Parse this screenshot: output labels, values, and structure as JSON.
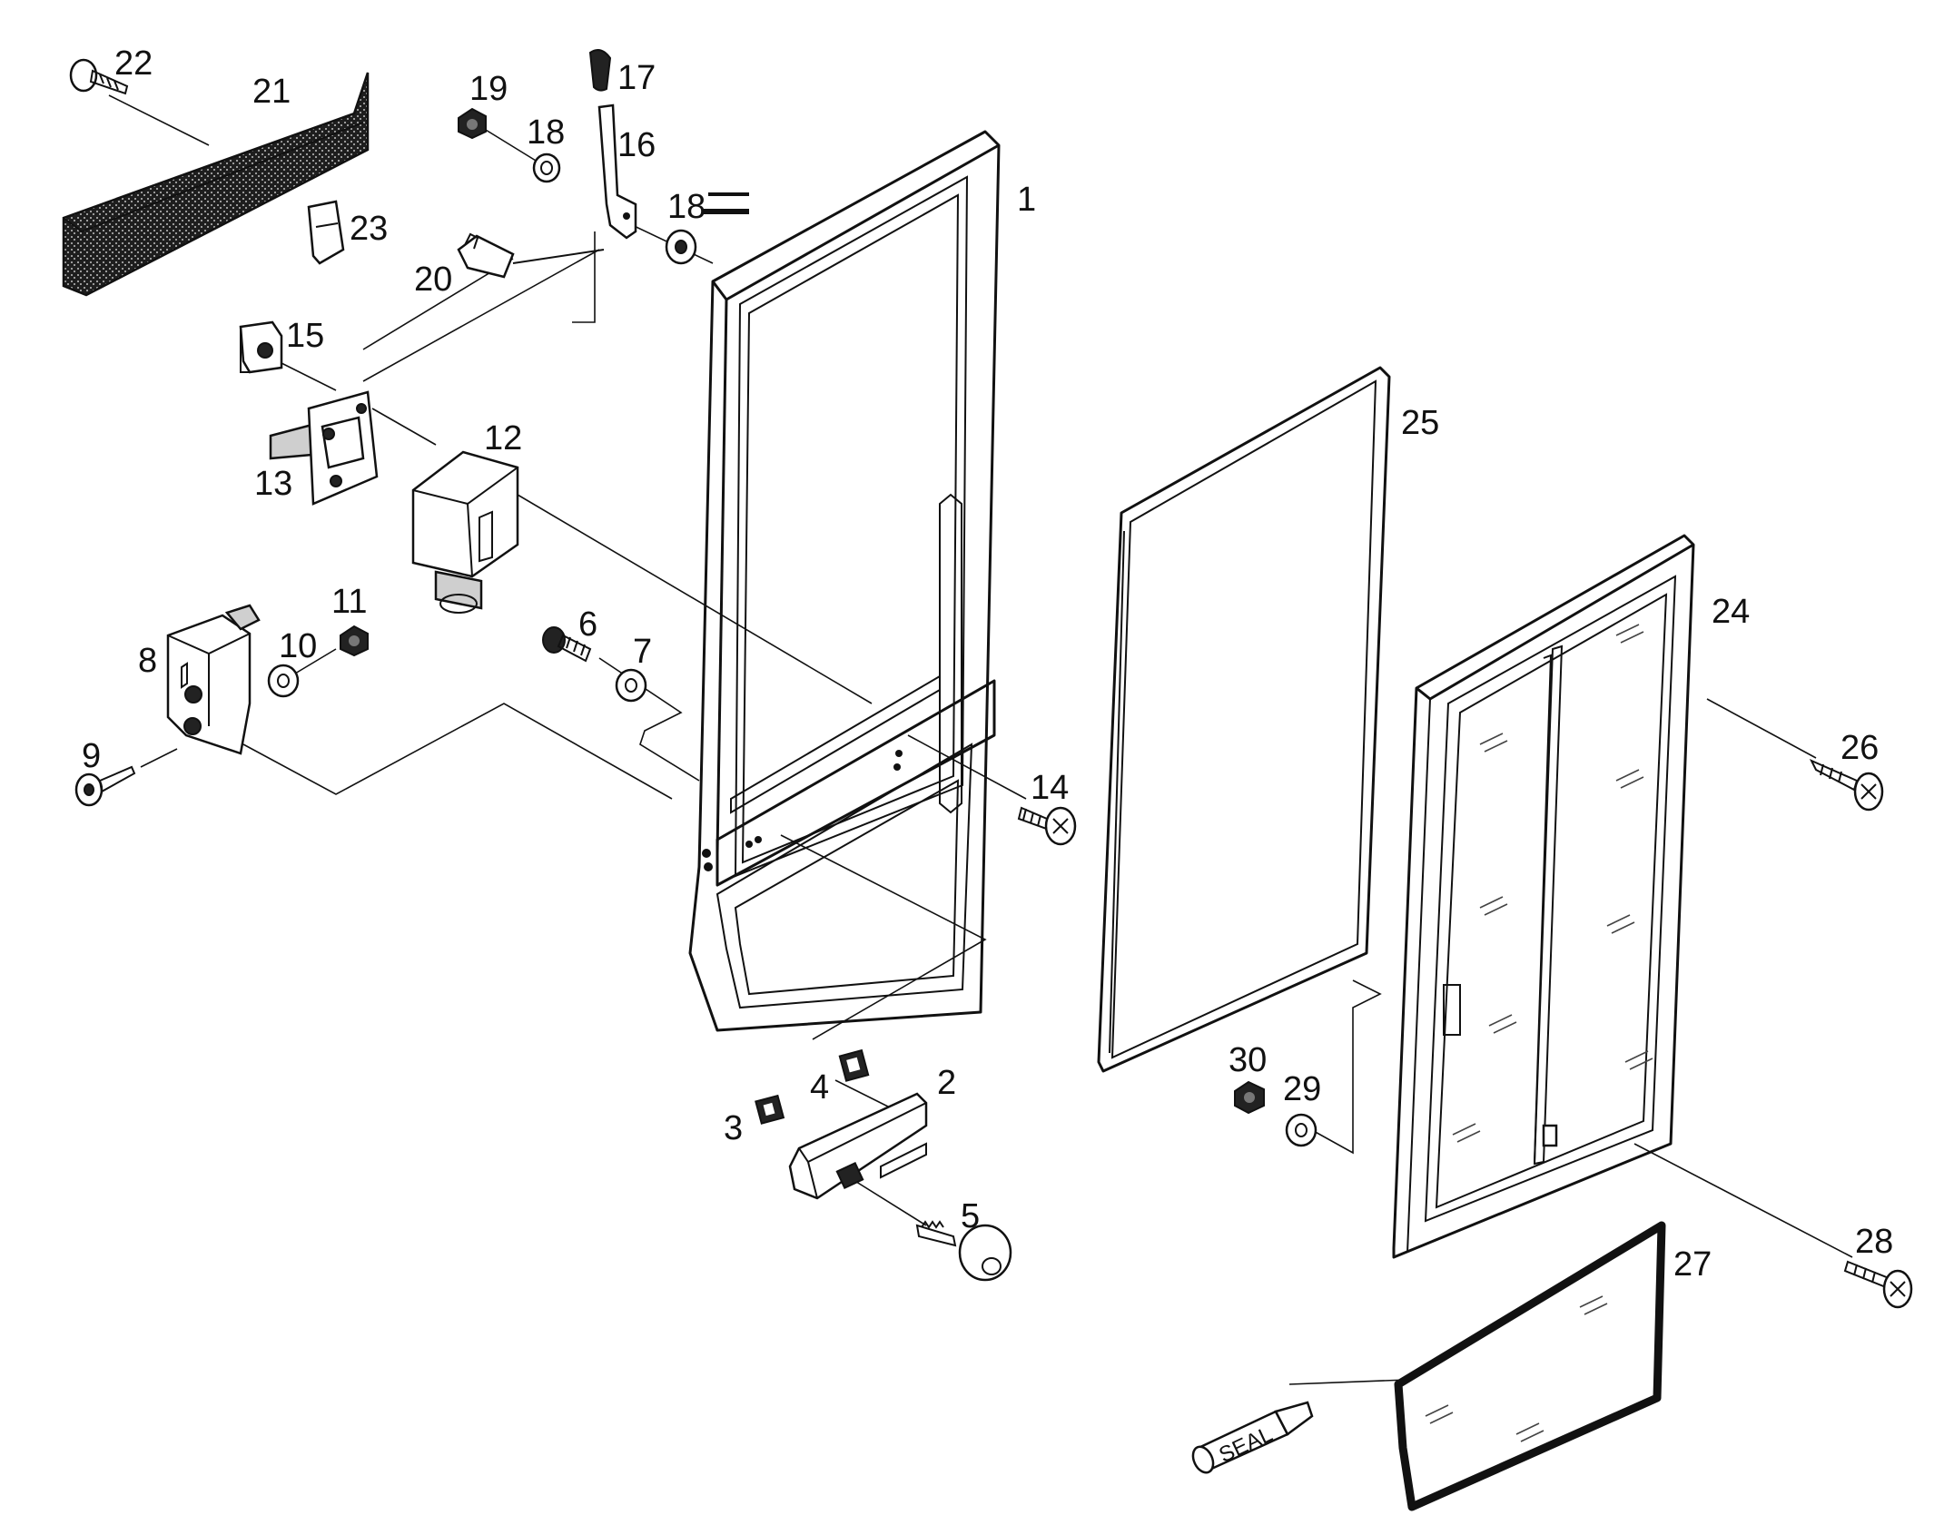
{
  "diagram": {
    "parts": [
      {
        "id": "p1",
        "label": "1"
      },
      {
        "id": "p2",
        "label": "2"
      },
      {
        "id": "p3",
        "label": "3"
      },
      {
        "id": "p4",
        "label": "4"
      },
      {
        "id": "p5",
        "label": "5"
      },
      {
        "id": "p6",
        "label": "6"
      },
      {
        "id": "p7",
        "label": "7"
      },
      {
        "id": "p8",
        "label": "8"
      },
      {
        "id": "p9",
        "label": "9"
      },
      {
        "id": "p10",
        "label": "10"
      },
      {
        "id": "p11",
        "label": "11"
      },
      {
        "id": "p12",
        "label": "12"
      },
      {
        "id": "p13",
        "label": "13"
      },
      {
        "id": "p14",
        "label": "14"
      },
      {
        "id": "p15",
        "label": "15"
      },
      {
        "id": "p16",
        "label": "16"
      },
      {
        "id": "p17",
        "label": "17"
      },
      {
        "id": "p18a",
        "label": "18"
      },
      {
        "id": "p18b",
        "label": "18"
      },
      {
        "id": "p19",
        "label": "19"
      },
      {
        "id": "p20",
        "label": "20"
      },
      {
        "id": "p21",
        "label": "21"
      },
      {
        "id": "p22",
        "label": "22"
      },
      {
        "id": "p23",
        "label": "23"
      },
      {
        "id": "p24",
        "label": "24"
      },
      {
        "id": "p25",
        "label": "25"
      },
      {
        "id": "p26",
        "label": "26"
      },
      {
        "id": "p27",
        "label": "27"
      },
      {
        "id": "p28",
        "label": "28"
      },
      {
        "id": "p29",
        "label": "29"
      },
      {
        "id": "p30",
        "label": "30"
      }
    ],
    "seal_tube_text": "SEAL"
  }
}
